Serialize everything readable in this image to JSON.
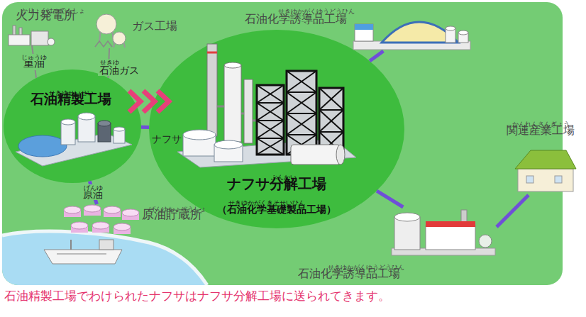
{
  "diagram": {
    "caption": "石油精製工場でわけられたナフサはナフサ分解工場に送られてきます。",
    "nodes": [
      {
        "text": [
          "かりょくはつでんしょ",
          "火力発電所"
        ]
      },
      {
        "text": [
          "ガス工場"
        ]
      },
      {
        "text": [
          "せきゆかがくゆうどうひん",
          "石油化学誘導品工場"
        ]
      },
      {
        "text": [
          "せきゆせいせい",
          "石油精製工場"
        ]
      },
      {
        "text": [
          "ぶんかい",
          "ナフサ分解工場",
          "せきゆかがくきそせいひん",
          "（石油化学基礎製品工場）"
        ]
      },
      {
        "text": [
          "かんれんさんぎょう",
          "関連産業工場"
        ]
      },
      {
        "text": [
          "げんゆちょぞうしょ",
          "原油貯蔵所"
        ]
      },
      {
        "text": [
          "せきゆかがくゆうどうひん",
          "石油化学誘導品工場"
        ]
      }
    ],
    "edges": [
      {
        "from": 3,
        "to": 0,
        "arrow": "none",
        "label": "重油"
      },
      {
        "from": 3,
        "to": 1,
        "arrow": "none",
        "label": "石油ガス"
      },
      {
        "from": 3,
        "to": 4,
        "arrow": "none",
        "label": "ナフサ"
      },
      {
        "from": 6,
        "to": 3,
        "arrow": "none",
        "label": "原油"
      },
      {
        "from": 4,
        "to": 2,
        "arrow": "none"
      },
      {
        "from": 4,
        "to": 7,
        "arrow": "none"
      },
      {
        "from": 7,
        "to": 5,
        "arrow": "none"
      }
    ],
    "labels": [
      "じゅうゆ",
      "せきゆ",
      "げんゆ"
    ]
  }
}
